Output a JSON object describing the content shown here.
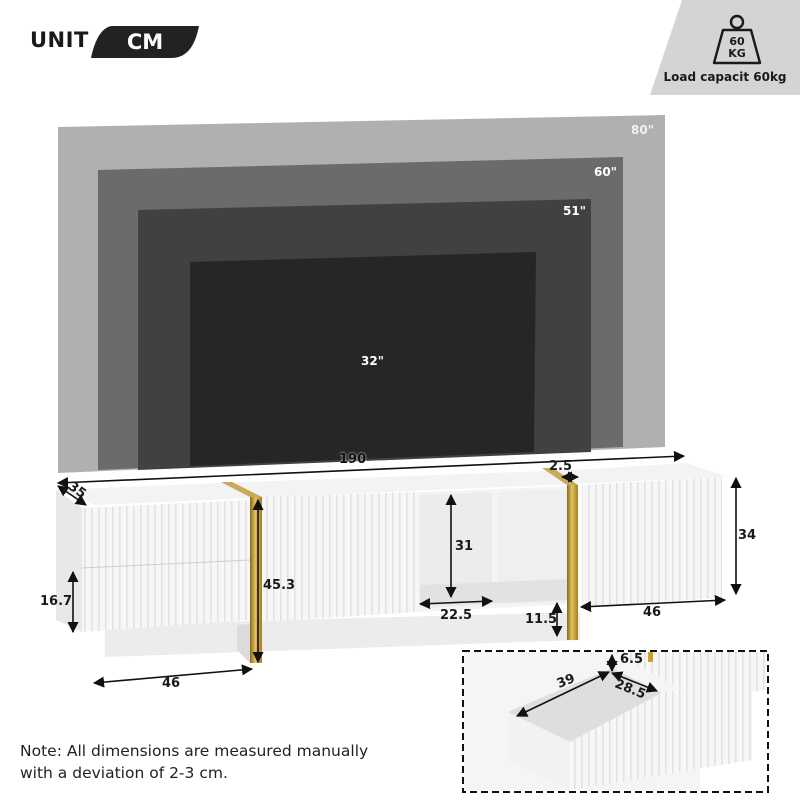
{
  "unit": {
    "label": "UNIT",
    "value": "CM",
    "pill_color": "#222222"
  },
  "load_capacity": {
    "weight_value": "60",
    "weight_unit": "KG",
    "caption": "Load capacit 60kg",
    "badge_color": "#d4d4d4",
    "icon": "kettlebell-weight-icon"
  },
  "tv_sizes": [
    {
      "label": "80\"",
      "color": "#b0b0b0"
    },
    {
      "label": "60\"",
      "color": "#6b6b6b"
    },
    {
      "label": "51\"",
      "color": "#414141"
    },
    {
      "label": "32\"",
      "color": "#262626"
    }
  ],
  "dimensions": {
    "total_width": "190",
    "depth": "35",
    "gold_trim_width": "2.5",
    "total_height": "45.3",
    "drawer_height": "16.7",
    "left_base_width": "46",
    "shelf_height": "31",
    "shelf_width": "22.5",
    "leg_clearance": "11.5",
    "right_cabinet_width": "46",
    "cabinet_height": "34"
  },
  "drawer_detail": {
    "length": "39",
    "width": "28.5",
    "depth": "6.5"
  },
  "accent_gold": "#c9a227",
  "note": {
    "line1": "Note: All dimensions are measured manually",
    "line2": "with a deviation of 2-3 cm."
  }
}
